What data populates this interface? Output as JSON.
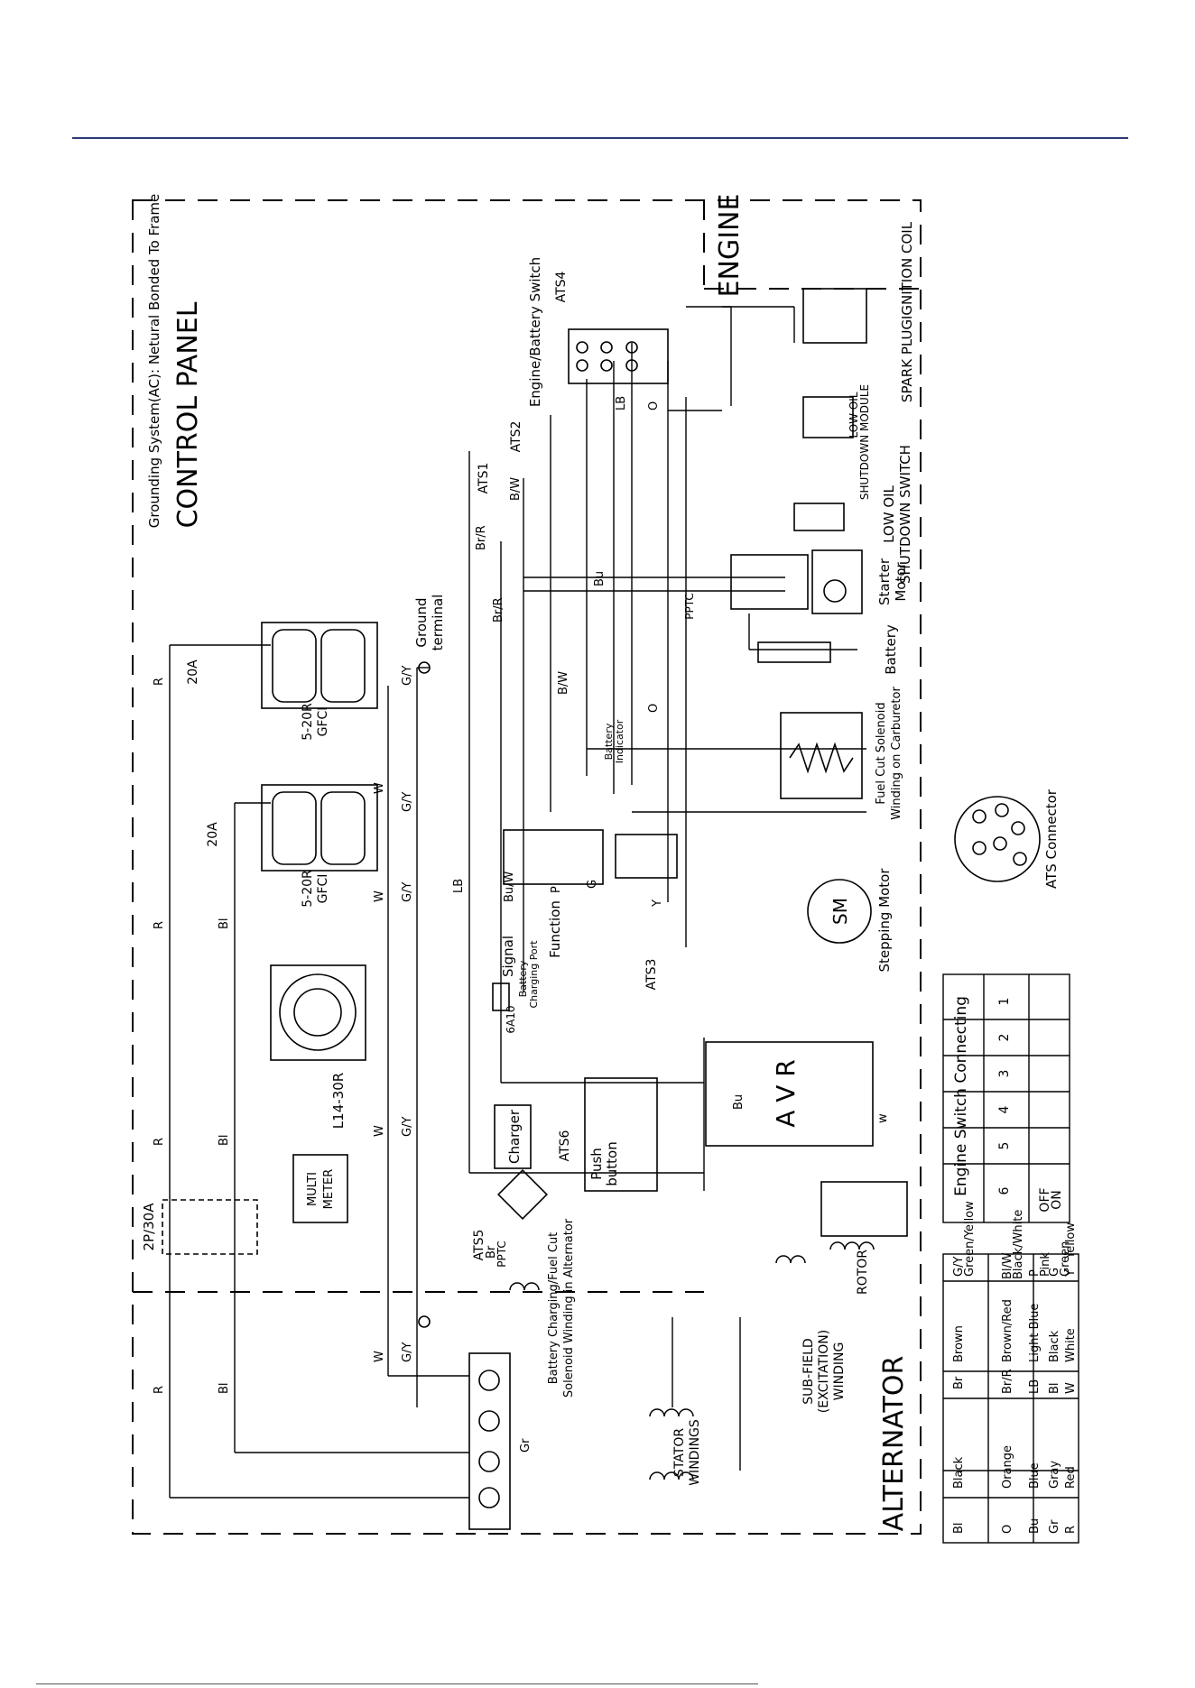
{
  "sections": {
    "control_panel": "CONTROL PANEL",
    "engine": "ENGINE",
    "alternator": "ALTERNATOR",
    "grounding_note": "Grounding System(AC): Netural Bonded To Frame"
  },
  "components": {
    "engine_battery_switch": "Engine/Battery Switch",
    "spark_plug": "SPARK PLUG",
    "ignition_coil": "IGNITION COIL",
    "low_oil_module_1": "LOW OIL",
    "low_oil_module_2": "SHUTDOWN MODULE",
    "low_oil_switch_1": "LOW OIL",
    "low_oil_switch_2": "SHUTDOWN SWITCH",
    "starter_1": "Starter",
    "starter_2": "Motor",
    "battery": "Battery",
    "ground_1": "Ground",
    "ground_2": "terminal",
    "fuel_cut_1": "Fuel Cut Solenoid",
    "fuel_cut_2": "Winding on Carburetor",
    "battery_indicator_1": "Battery",
    "battery_indicator_2": "Indicator",
    "stepping_motor": "Stepping Motor",
    "sm": "SM",
    "ats_connector": "ATS Connector",
    "receptacle_1_1": "5-20R",
    "receptacle_1_2": "GFCI",
    "receptacle_2_1": "5-20R",
    "receptacle_2_2": "GFCI",
    "l14": "L14-30R",
    "multimeter_1": "MULTI",
    "multimeter_2": "METER",
    "breaker_main": "2P/30A",
    "breaker_1": "20A",
    "breaker_2": "20A",
    "charger": "Charger",
    "push_1": "Push",
    "push_2": "button",
    "signal": "Signal",
    "function": "Function",
    "charging_port_1": "Battery",
    "charging_port_2": "Charging Port",
    "fuse": "6A10",
    "avr": "A V R",
    "rotor": "ROTOR",
    "subfield_1": "SUB-FIELD",
    "subfield_2": "(EXCITATION)",
    "subfield_3": "WINDING",
    "stator_1": "STATOR",
    "stator_2": "WINDINGS",
    "bcs_1": "Battery Charging/Fuel Cut",
    "bcs_2": "Solenoid Winding in Alternator",
    "pptc": "PPTC"
  },
  "ats_labels": [
    "ATS1",
    "ATS2",
    "ATS3",
    "ATS4",
    "ATS5",
    "ATS6"
  ],
  "wire_labels": {
    "r": "R",
    "bl": "Bl",
    "w": "W",
    "gy": "G/Y",
    "brr": "Br/R",
    "bw": "B/W",
    "lb": "LB",
    "o": "O",
    "bu": "Bu",
    "br": "Br",
    "buw": "Bu/W",
    "gr": "Gr",
    "p": "P",
    "y": "Y",
    "g": "G",
    "bulw": "w"
  },
  "switch_table": {
    "title": "Engine Switch Connecting",
    "header": [
      "1",
      "2",
      "3",
      "4",
      "5",
      "6"
    ],
    "rows": [
      "OFF",
      "ON"
    ]
  },
  "color_legend": [
    {
      "code": "Bl",
      "name": "Black"
    },
    {
      "code": "Br",
      "name": "Brown"
    },
    {
      "code": "G/Y",
      "name": "Green/Yellow"
    },
    {
      "code": "O",
      "name": "Orange"
    },
    {
      "code": "Br/R",
      "name": "Brown/Red"
    },
    {
      "code": "Bl/W",
      "name": "Black/White"
    },
    {
      "code": "Bu",
      "name": "Blue"
    },
    {
      "code": "LB",
      "name": "Light Blue"
    },
    {
      "code": "P",
      "name": "Pink"
    },
    {
      "code": "Gr",
      "name": "Gray"
    },
    {
      "code": "Bl",
      "name": "Black"
    },
    {
      "code": "G",
      "name": "Green"
    },
    {
      "code": "R",
      "name": "Red"
    },
    {
      "code": "W",
      "name": "White"
    },
    {
      "code": "Y",
      "name": "Yellow"
    }
  ],
  "colors": {
    "rule": "#2b3a73",
    "ink": "#000000"
  }
}
